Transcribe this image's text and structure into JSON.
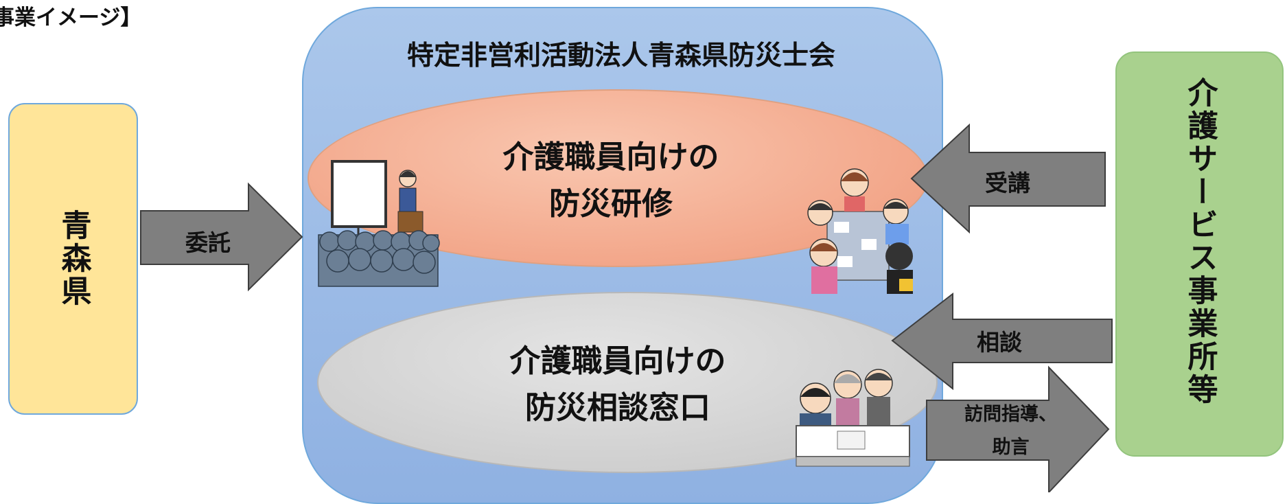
{
  "header": {
    "title": "事業イメージ】"
  },
  "left_box": {
    "label": "青森県"
  },
  "org": {
    "name": "特定非営利活動法人青森県防災士会"
  },
  "training": {
    "line1": "介護職員向けの",
    "line2": "防災研修"
  },
  "consult": {
    "line1": "介護職員向けの",
    "line2": "防災相談窓口"
  },
  "right_box": {
    "label": "介護サービス事業所等"
  },
  "arrows": {
    "commission": "委託",
    "attend": "受講",
    "consultation": "相談",
    "visit_line1": "訪問指導、",
    "visit_line2": "助言"
  },
  "colors": {
    "left_box": "#ffe599",
    "org_panel": "#9dbce6",
    "training": "#f4a98c",
    "consult": "#d0d0d0",
    "right_box": "#a9d18e",
    "arrow": "#7f7f7f"
  }
}
